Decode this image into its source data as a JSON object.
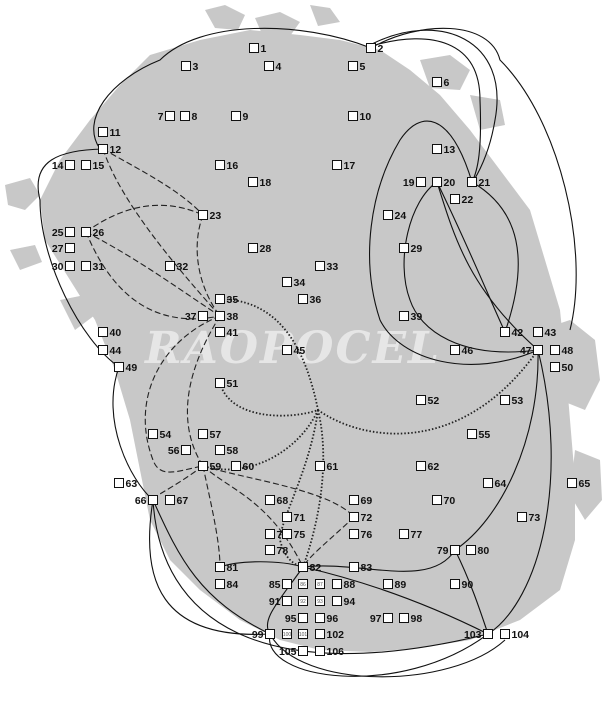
{
  "watermark": "RAOPOCEL",
  "nodes": [
    "1",
    "2",
    "3",
    "4",
    "5",
    "6",
    "7",
    "8",
    "9",
    "10",
    "11",
    "12",
    "13",
    "14",
    "15",
    "16",
    "17",
    "18",
    "19",
    "20",
    "21",
    "22",
    "23",
    "24",
    "25",
    "26",
    "27",
    "28",
    "29",
    "30",
    "31",
    "32",
    "33",
    "34",
    "35",
    "36",
    "37",
    "38",
    "39",
    "40",
    "41",
    "42",
    "43",
    "44",
    "45",
    "46",
    "47",
    "48",
    "49",
    "50",
    "51",
    "52",
    "53",
    "54",
    "55",
    "56",
    "57",
    "58",
    "59",
    "60",
    "61",
    "62",
    "63",
    "64",
    "65",
    "66",
    "67",
    "68",
    "69",
    "70",
    "71",
    "72",
    "73",
    "74",
    "75",
    "76",
    "77",
    "78",
    "79",
    "80",
    "81",
    "82",
    "83",
    "84",
    "85",
    "86",
    "87",
    "88",
    "89",
    "90",
    "91",
    "92",
    "93",
    "94",
    "95",
    "96",
    "97",
    "98",
    "99",
    "100",
    "101",
    "102",
    "103",
    "104",
    "105",
    "106"
  ]
}
